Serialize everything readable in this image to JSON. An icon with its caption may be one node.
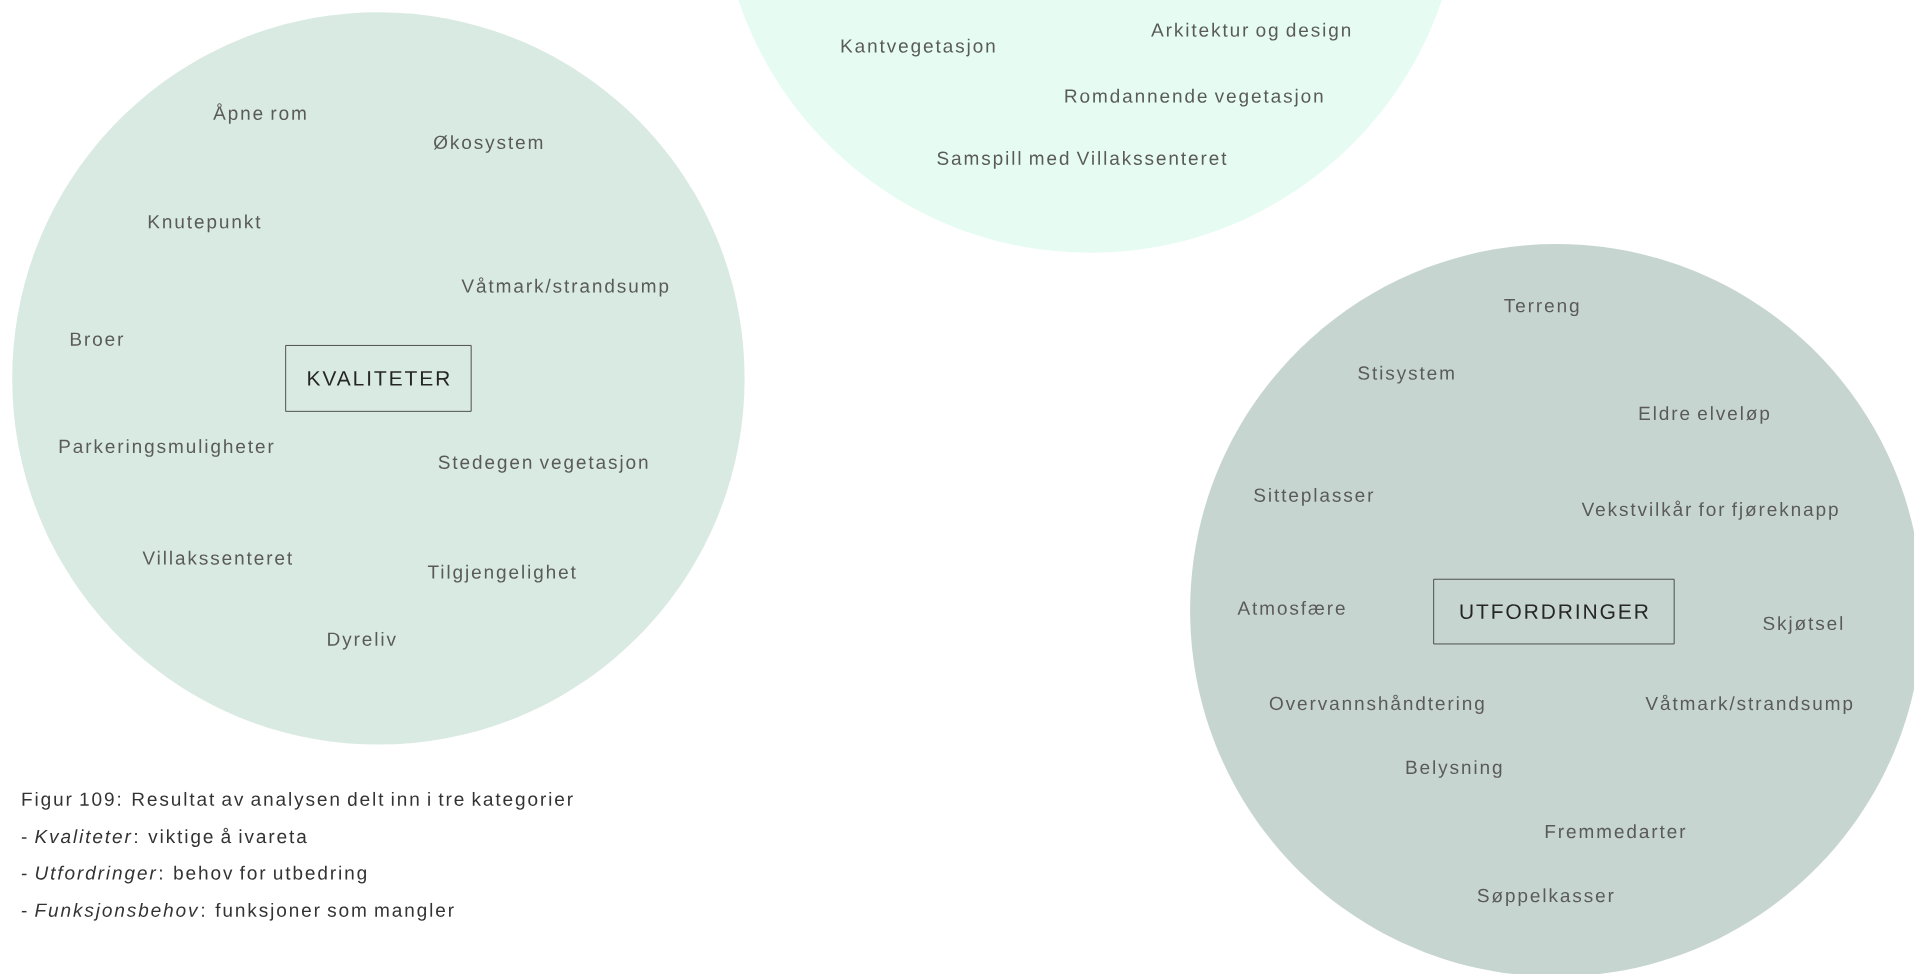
{
  "diagram": {
    "caption": "Figur  109:  Resultat av analysen delt inn i tre kategorier",
    "nodes": [
      {
        "text": [
          "Åpne rom",
          "Økosystem",
          "Knutepunkt",
          "Våtmark/strandsump",
          "Broer",
          "Parkeringsmuligheter",
          "Stedegen vegetasjon",
          "Villakssenteret",
          "Tilgjengelighet",
          "Dyreliv"
        ]
      },
      {
        "text": [
          "KVALITETER"
        ],
        "in": 0
      },
      {
        "text": [
          "Arkitektur og design",
          "Kantvegetasjon",
          "Romdannende vegetasjon",
          "Samspill med Villakssenteret"
        ]
      },
      {
        "text": [
          "Terreng",
          "Stisystem",
          "Eldre elveløp",
          "Sitteplasser",
          "Vekstvilkår for fjøreknapp",
          "Atmosfære",
          "Skjøtsel",
          "Overvannshåndtering",
          "Våtmark/strandsump",
          "Belysning",
          "Fremmedarter",
          "Søppelkasser"
        ]
      },
      {
        "text": [
          "UTFORDRINGER"
        ],
        "in": 3
      }
    ],
    "labels": [
      "- *Kvaliteter*: viktige å ivareta",
      "- *Utfordringer*: behov for utbedring",
      "- *Funksjonsbehov*: funksjoner som mangler"
    ]
  }
}
